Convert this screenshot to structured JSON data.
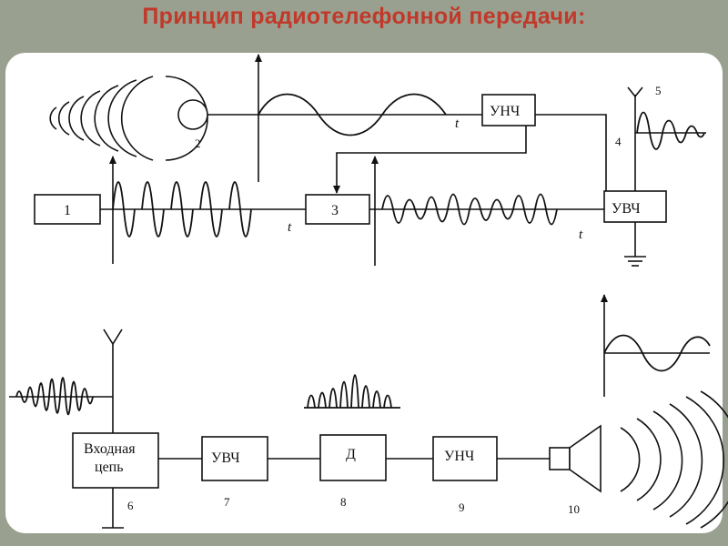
{
  "title": "Принцип радиотелефонной передачи:",
  "transmitter": {
    "block_1": "1",
    "block_3": "3",
    "block_unch": "УНЧ",
    "block_uvch": "УВЧ",
    "num_2": "2",
    "num_4": "4",
    "num_5": "5",
    "t_label": "t"
  },
  "receiver": {
    "block_input": [
      "Входная",
      "цепь"
    ],
    "block_uvch": "УВЧ",
    "block_d": "Д",
    "block_unch": "УНЧ",
    "num_6": "6",
    "num_7": "7",
    "num_8": "8",
    "num_9": "9",
    "num_10": "10"
  },
  "colors": {
    "title": "#c0392b",
    "background": "#9aa08f",
    "panel": "#ffffff",
    "ink": "#111111"
  }
}
